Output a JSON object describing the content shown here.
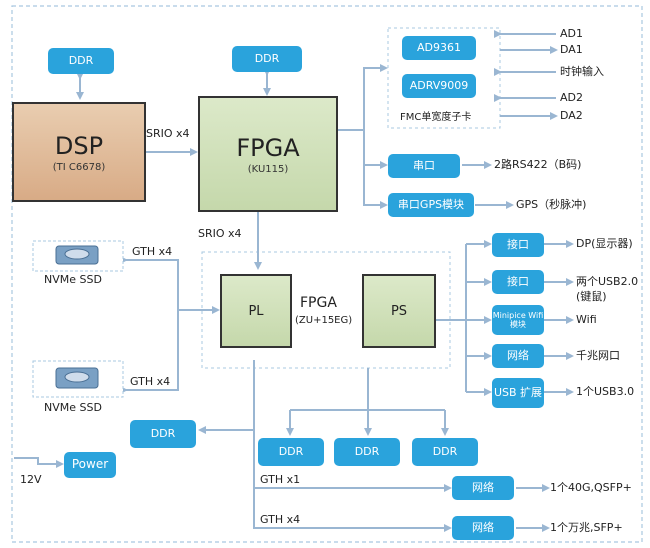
{
  "blocks": {
    "dsp": {
      "title": "DSP",
      "sub": "(TI C6678)"
    },
    "fpga_main": {
      "title": "FPGA",
      "sub": "(KU115)"
    },
    "fpga_zu": {
      "title": "FPGA",
      "sub": "(ZU+15EG)"
    },
    "pl": "PL",
    "ps": "PS",
    "ddr": "DDR",
    "fmc_title": "FMC单宽度子卡",
    "ad9361": "AD9361",
    "adrv9009": "ADRV9009",
    "serial": "串口",
    "serial_gps": "串口GPS模块",
    "iface1": "接口",
    "iface2": "接口",
    "minipcie": "Minipice Wifi模块",
    "net_ps": "网络",
    "usb_ext": "USB 扩展",
    "net_gth1": "网络",
    "net_gth4": "网络",
    "power": "Power",
    "ssd1": "NVMe  SSD",
    "ssd2": "NVMe  SSD"
  },
  "labels": {
    "srio_dsp": "SRIO x4",
    "srio_zu": "SRIO x4",
    "gth_ssd1": "GTH x4",
    "gth_ssd2": "GTH x4",
    "gth_x1": "GTH x1",
    "gth_x4": "GTH x4",
    "v12": "12V"
  },
  "outputs": {
    "ad1": "AD1",
    "da1": "DA1",
    "clock": "时钟输入",
    "ad2": "AD2",
    "da2": "DA2",
    "rs422": "2路RS422（B码)",
    "gps": "GPS（秒脉冲)",
    "dp": "DP(显示器)",
    "usb20": "两个USB2.0",
    "usb20_sub": "(键鼠)",
    "wifi": "Wifi",
    "gige": "千兆网口",
    "usb30": "1个USB3.0",
    "qsfp": "1个40G,QSFP+",
    "sfp": "1个万兆,SFP+"
  },
  "colors": {
    "accent": "#2aa3dc",
    "arrow": "#9ab6d2",
    "dash": "#a9c8e0"
  }
}
